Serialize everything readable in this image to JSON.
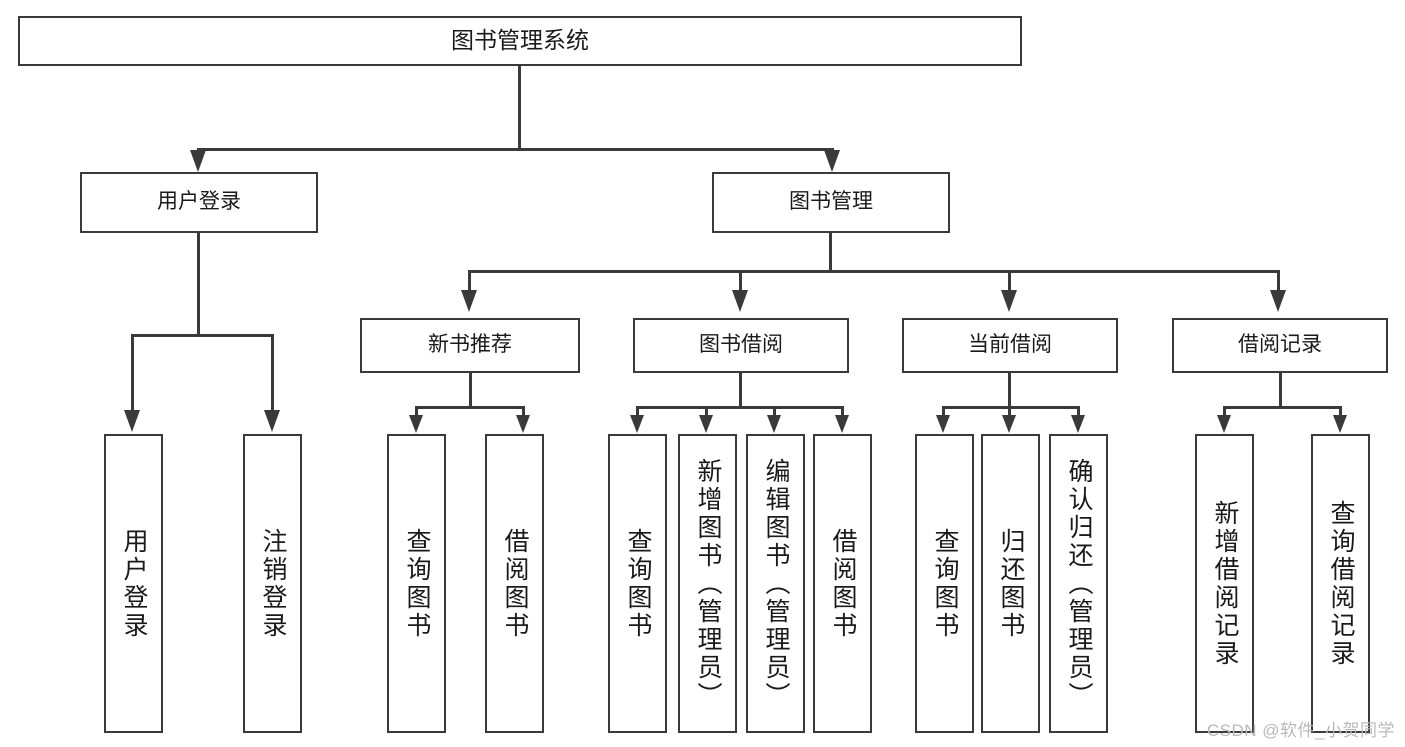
{
  "diagram": {
    "type": "tree",
    "title": "图书管理系统",
    "root": {
      "label": "图书管理系统"
    },
    "level2": [
      {
        "label": "用户登录"
      },
      {
        "label": "图书管理"
      }
    ],
    "level3": [
      {
        "label": "新书推荐"
      },
      {
        "label": "图书借阅"
      },
      {
        "label": "当前借阅"
      },
      {
        "label": "借阅记录"
      }
    ],
    "leaves": {
      "login": [
        {
          "label": "用户登录"
        },
        {
          "label": "注销登录"
        }
      ],
      "new_recommend": [
        {
          "label": "查询图书"
        },
        {
          "label": "借阅图书"
        }
      ],
      "borrow": [
        {
          "label": "查询图书"
        },
        {
          "label": "新增图书（管理员）"
        },
        {
          "label": "编辑图书（管理员）"
        },
        {
          "label": "借阅图书"
        }
      ],
      "current": [
        {
          "label": "查询图书"
        },
        {
          "label": "归还图书"
        },
        {
          "label": "确认归还（管理员）"
        }
      ],
      "record": [
        {
          "label": "新增借阅记录"
        },
        {
          "label": "查询借阅记录"
        }
      ]
    }
  },
  "watermark": {
    "text": "CSDN @软件_小贺同学"
  },
  "colors": {
    "stroke": "#3a3a3a",
    "fill": "#ffffff",
    "text": "#1a1a1a",
    "watermark": "#b9b9b9"
  }
}
